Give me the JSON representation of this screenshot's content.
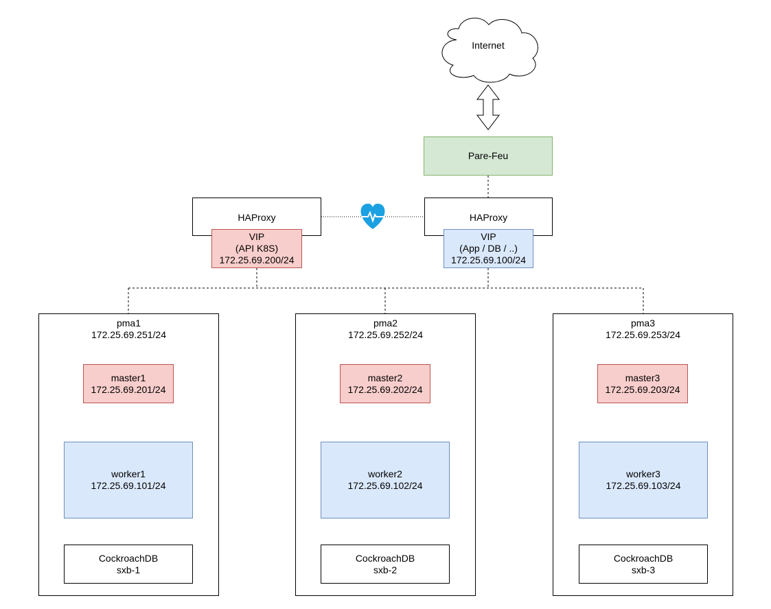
{
  "internet": {
    "label": "Internet"
  },
  "firewall": {
    "label": "Pare-Feu"
  },
  "haproxy_left": {
    "label": "HAProxy",
    "vip": {
      "line1": "VIP",
      "line2": "(API K8S)",
      "line3": "172.25.69.200/24"
    }
  },
  "haproxy_right": {
    "label": "HAProxy",
    "vip": {
      "line1": "VIP",
      "line2": "(App / DB / ..)",
      "line3": "172.25.69.100/24"
    }
  },
  "hosts": [
    {
      "name": "pma1",
      "ip": "172.25.69.251/24",
      "master": {
        "name": "master1",
        "ip": "172.25.69.201/24"
      },
      "worker": {
        "name": "worker1",
        "ip": "172.25.69.101/24"
      },
      "db": {
        "name": "CockroachDB",
        "id": "sxb-1"
      }
    },
    {
      "name": "pma2",
      "ip": "172.25.69.252/24",
      "master": {
        "name": "master2",
        "ip": "172.25.69.202/24"
      },
      "worker": {
        "name": "worker2",
        "ip": "172.25.69.102/24"
      },
      "db": {
        "name": "CockroachDB",
        "id": "sxb-2"
      }
    },
    {
      "name": "pma3",
      "ip": "172.25.69.253/24",
      "master": {
        "name": "master3",
        "ip": "172.25.69.203/24"
      },
      "worker": {
        "name": "worker3",
        "ip": "172.25.69.103/24"
      },
      "db": {
        "name": "CockroachDB",
        "id": "sxb-3"
      }
    }
  ],
  "colors": {
    "red_fill": "#f8cecc",
    "red_stroke": "#b85450",
    "blue_fill": "#dae8fc",
    "blue_stroke": "#6c8ebf",
    "green_fill": "#d5e8d4",
    "green_stroke": "#82b366",
    "heartbeat": "#1ba1e2"
  }
}
